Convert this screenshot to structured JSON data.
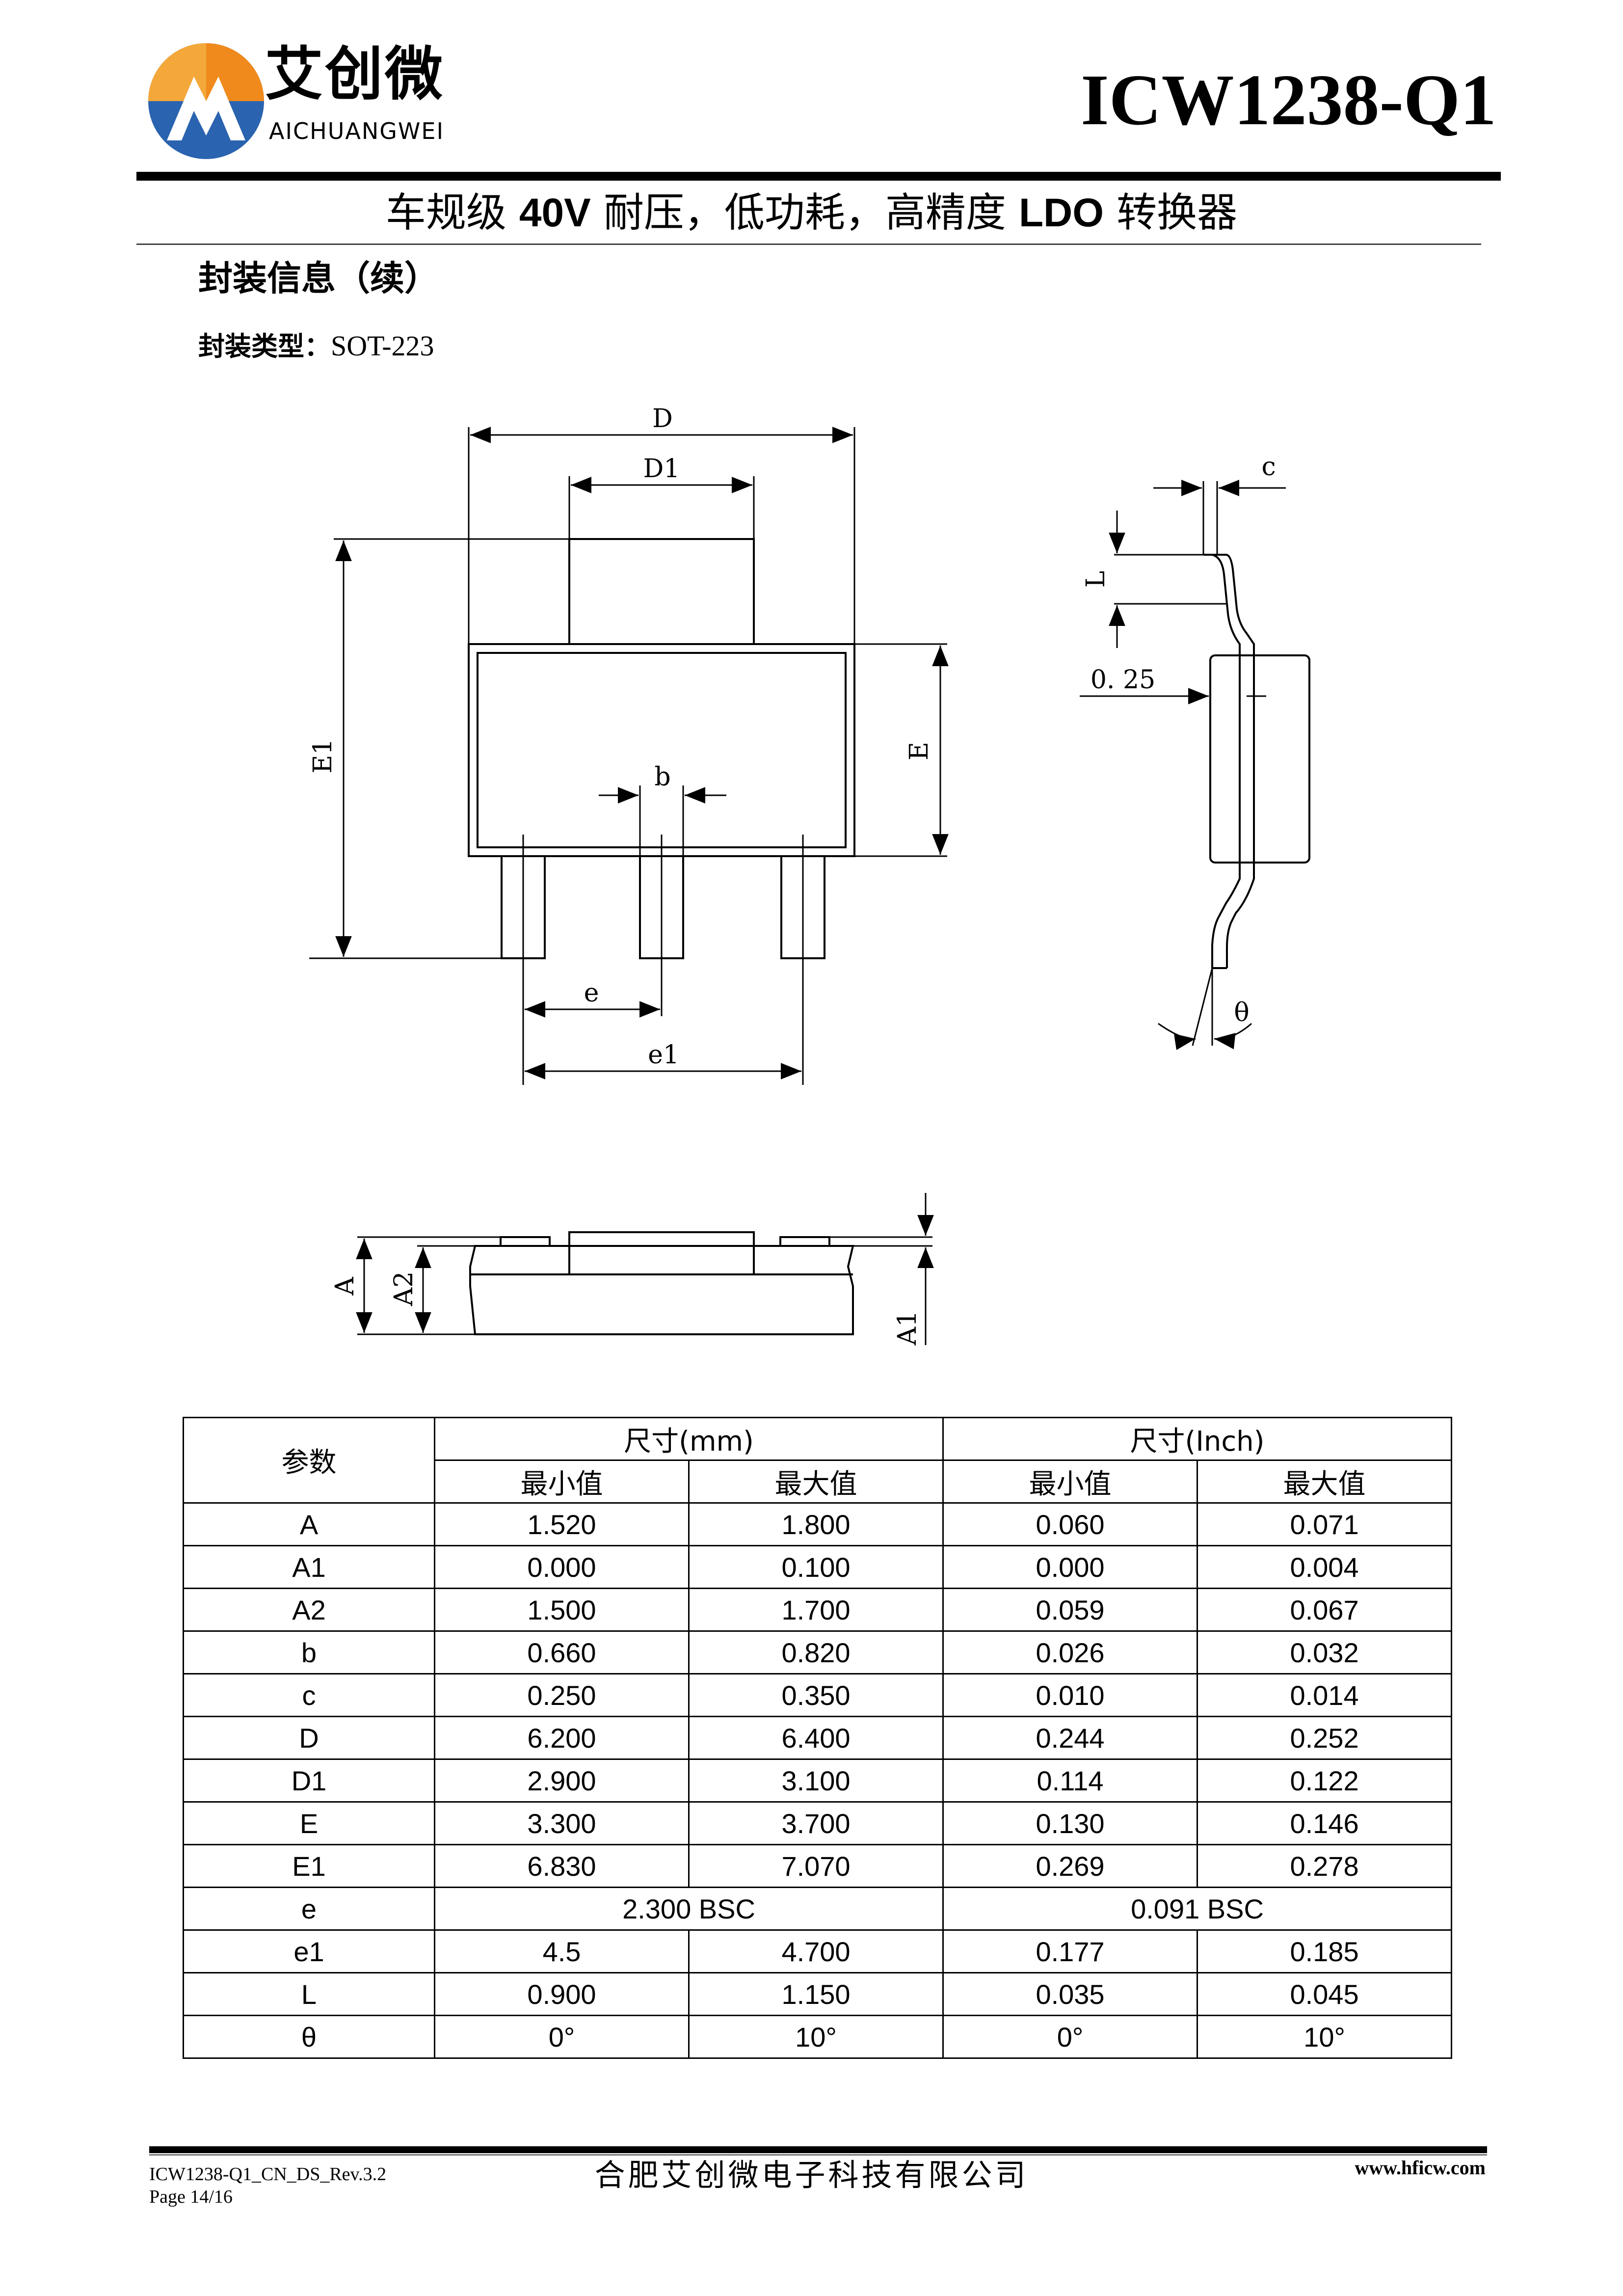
{
  "header": {
    "brand_cn": "艾创微",
    "brand_en": "AICHUANGWEI",
    "part_number": "ICW1238-Q1",
    "colors": {
      "logo_blue": "#2a63b0",
      "logo_orange": "#f08a1c"
    }
  },
  "subtitle": {
    "pre": "车规级 ",
    "voltage": "40V",
    "mid": " 耐压，低功耗，高精度 ",
    "ldo": "LDO",
    "post": " 转换器"
  },
  "section_title": "封装信息（续）",
  "package_type": {
    "label": "封装类型：",
    "value": "SOT-223"
  },
  "drawing_labels": {
    "D": "D",
    "D1": "D1",
    "E": "E",
    "E1": "E1",
    "b": "b",
    "e": "e",
    "e1": "e1",
    "c": "c",
    "L": "L",
    "gauge": "0. 25",
    "theta": "θ",
    "A": "A",
    "A1": "A1",
    "A2": "A2"
  },
  "table": {
    "param_header": "参数",
    "mm_header": "尺寸(mm)",
    "inch_header": "尺寸(Inch)",
    "min_label": "最小值",
    "max_label": "最大值",
    "rows": [
      {
        "param": "A",
        "mm_min": "1.520",
        "mm_max": "1.800",
        "in_min": "0.060",
        "in_max": "0.071"
      },
      {
        "param": "A1",
        "mm_min": "0.000",
        "mm_max": "0.100",
        "in_min": "0.000",
        "in_max": "0.004"
      },
      {
        "param": "A2",
        "mm_min": "1.500",
        "mm_max": "1.700",
        "in_min": "0.059",
        "in_max": "0.067"
      },
      {
        "param": "b",
        "mm_min": "0.660",
        "mm_max": "0.820",
        "in_min": "0.026",
        "in_max": "0.032"
      },
      {
        "param": "c",
        "mm_min": "0.250",
        "mm_max": "0.350",
        "in_min": "0.010",
        "in_max": "0.014"
      },
      {
        "param": "D",
        "mm_min": "6.200",
        "mm_max": "6.400",
        "in_min": "0.244",
        "in_max": "0.252"
      },
      {
        "param": "D1",
        "mm_min": "2.900",
        "mm_max": "3.100",
        "in_min": "0.114",
        "in_max": "0.122"
      },
      {
        "param": "E",
        "mm_min": "3.300",
        "mm_max": "3.700",
        "in_min": "0.130",
        "in_max": "0.146"
      },
      {
        "param": "E1",
        "mm_min": "6.830",
        "mm_max": "7.070",
        "in_min": "0.269",
        "in_max": "0.278"
      },
      {
        "param": "e",
        "mm_bsc": "2.300 BSC",
        "in_bsc": "0.091 BSC"
      },
      {
        "param": "e1",
        "mm_min": "4.5",
        "mm_max": "4.700",
        "in_min": "0.177",
        "in_max": "0.185"
      },
      {
        "param": "L",
        "mm_min": "0.900",
        "mm_max": "1.150",
        "in_min": "0.035",
        "in_max": "0.045"
      },
      {
        "param": "θ",
        "mm_min": "0°",
        "mm_max": "10°",
        "in_min": "0°",
        "in_max": "10°"
      }
    ]
  },
  "footer": {
    "doc_id": "ICW1238-Q1_CN_DS_Rev.3.2",
    "page": "Page 14/16",
    "company": "合肥艾创微电子科技有限公司",
    "website": "www.hficw.com"
  }
}
